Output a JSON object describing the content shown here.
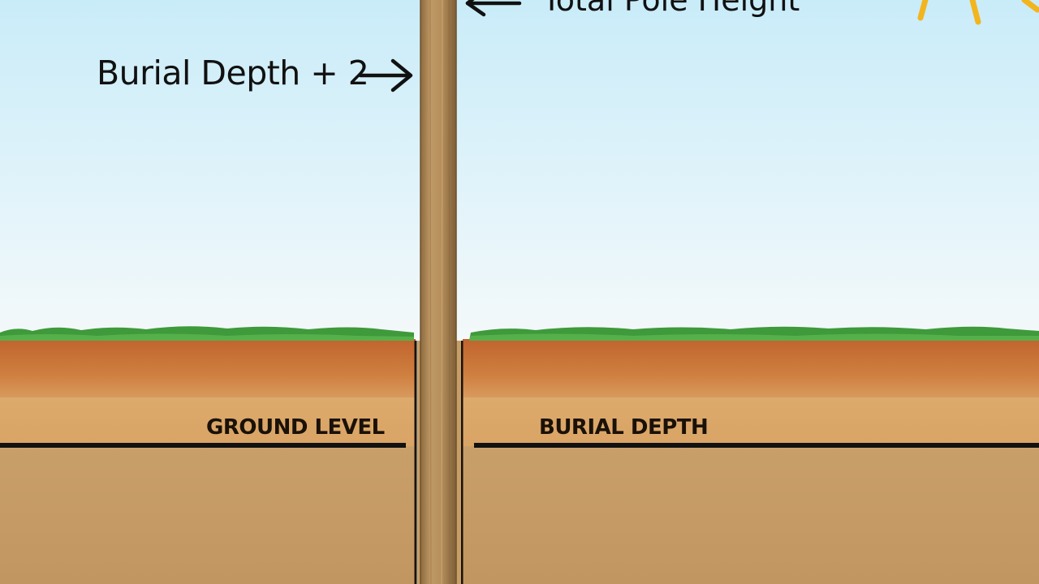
{
  "labels": {
    "burial_depth_plus_2": "Burial Depth + 2",
    "total_pole_height": "Total Pole Height",
    "ground_level": "GROUND LEVEL",
    "burial_depth": "BURIAL DEPTH"
  },
  "colors": {
    "sky_top": "#cdeefa",
    "sky_bottom": "#f2f8fa",
    "grass": "#3e9a3a",
    "topsoil": "#c9743a",
    "subsoil": "#d8a264",
    "deep_soil": "#c49a63",
    "pole": "#b08a58",
    "sun": "#f2b51e",
    "line": "#111111"
  },
  "icons": [
    "arrow-right-icon",
    "arrow-left-icon",
    "sun-icon"
  ]
}
